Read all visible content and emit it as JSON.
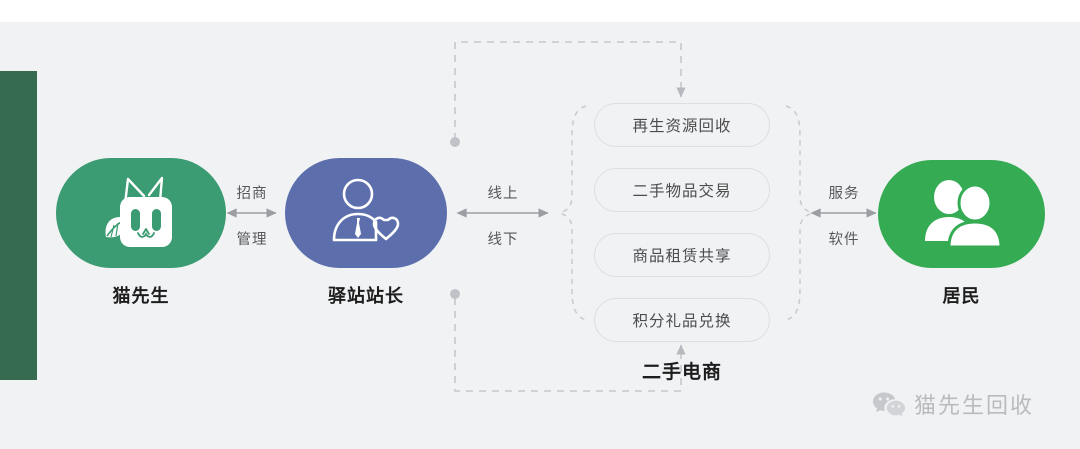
{
  "diagram": {
    "title_hidden": "",
    "actors": [
      {
        "id": "mr-cat",
        "label": "猫先生",
        "icon": "cat-icon",
        "color": "#3b9b72"
      },
      {
        "id": "station-master",
        "label": "驿站站长",
        "icon": "station-master-icon",
        "color": "#5c6fac"
      },
      {
        "id": "residents",
        "label": "居民",
        "icon": "residents-icon",
        "color": "#35ab53"
      }
    ],
    "relations": [
      {
        "id": "cat-to-station",
        "top_label": "招商",
        "bottom_label": "管理"
      },
      {
        "id": "station-to-platform",
        "top_label": "线上",
        "bottom_label": "线下"
      },
      {
        "id": "platform-to-residents",
        "top_label": "服务",
        "bottom_label": "软件"
      }
    ],
    "platform": {
      "group_label": "二手电商",
      "services": [
        {
          "label": "再生资源回收"
        },
        {
          "label": "二手物品交易"
        },
        {
          "label": "商品租赁共享"
        },
        {
          "label": "积分礼品兑换"
        }
      ]
    },
    "watermark": {
      "icon": "wechat-icon",
      "text": "猫先生回收"
    },
    "colors": {
      "background": "#f1f2f4",
      "accent_bar": "#376b4f",
      "green_left": "#3b9b72",
      "blue": "#5c6fac",
      "green_right": "#35ab53",
      "pill_border": "#dcdee1",
      "connector": "#c6c8cc",
      "text_dark": "#1d1d1d",
      "text_gray": "#58585a",
      "watermark": "#b9bbbf"
    }
  }
}
